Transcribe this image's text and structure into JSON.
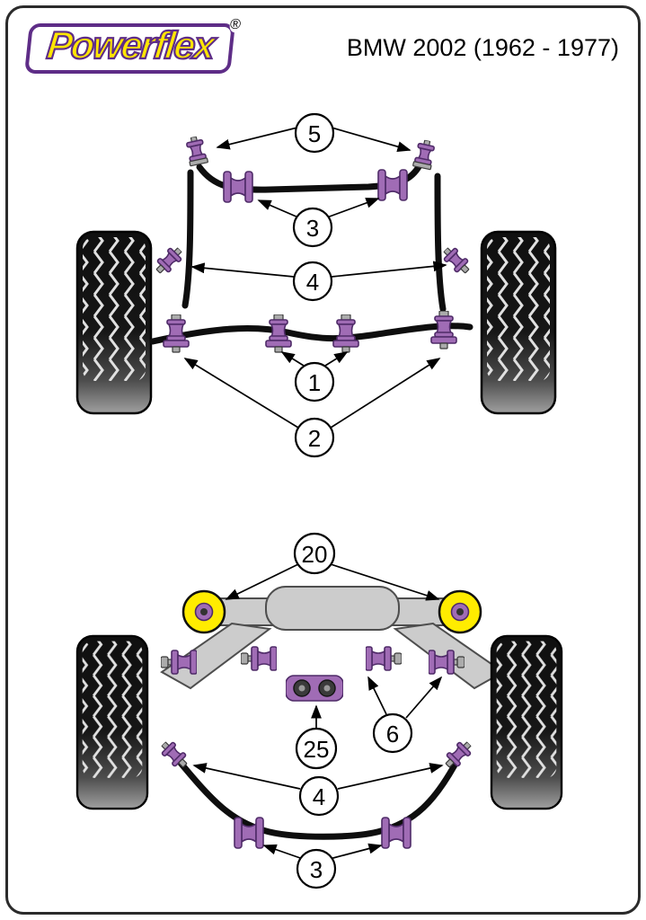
{
  "header": {
    "brand": "Powerflex",
    "registered": "®",
    "title": "BMW 2002 (1962 - 1977)"
  },
  "front_diagram": {
    "callouts": [
      {
        "label": "5"
      },
      {
        "label": "3"
      },
      {
        "label": "4"
      },
      {
        "label": "1"
      },
      {
        "label": "2"
      }
    ]
  },
  "rear_diagram": {
    "callouts": [
      {
        "label": "20"
      },
      {
        "label": "6"
      },
      {
        "label": "25"
      },
      {
        "label": "4"
      },
      {
        "label": "3"
      }
    ]
  },
  "colors": {
    "purple": "#A06CB5",
    "purple_dark": "#4F2B68",
    "yellow": "#FFE600",
    "logo_purple": "#5E2D87",
    "hub_yellow": "#FFEC00",
    "frame_gray": "#CCCCCC",
    "metal": "#ABABAB"
  }
}
